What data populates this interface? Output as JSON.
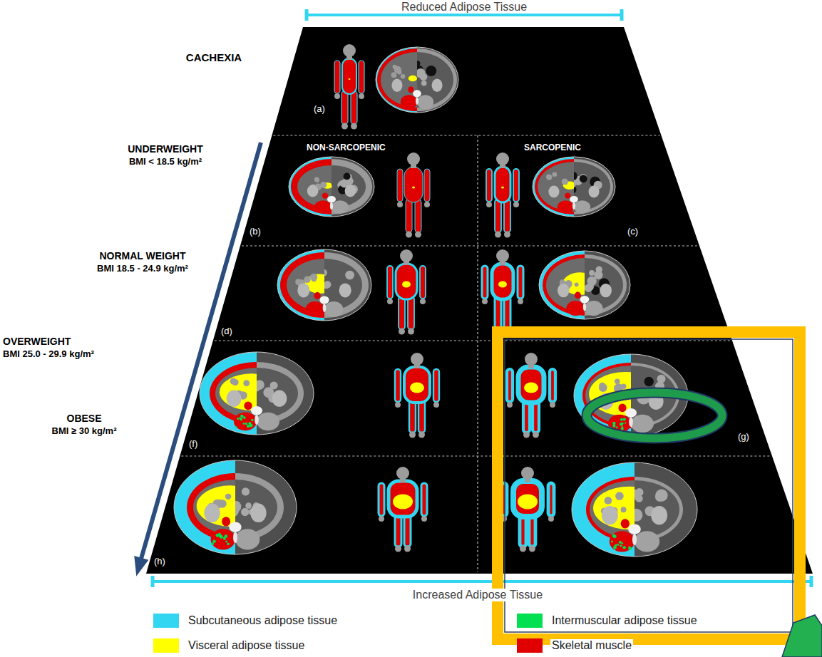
{
  "diagram": {
    "nodes": [
      {
        "text": [
          "(a)"
        ]
      },
      {
        "text": [
          "NON-SARCOPENIC",
          "(b)"
        ]
      },
      {
        "text": [
          "SARCOPENIC",
          "(c)"
        ]
      },
      {
        "text": [
          "(d)"
        ]
      },
      {
        "text": [
          "(f)"
        ]
      },
      {
        "text": [
          "(g)"
        ]
      },
      {
        "text": [
          "(h)"
        ]
      }
    ],
    "labels": [
      "Reduced Adipose Tissue",
      "CACHEXIA",
      "UNDERWEIGHT",
      "BMI < 18.5 kg/m²",
      "NORMAL WEIGHT",
      "BMI 18.5 - 24.9 kg/m²",
      "OVERWEIGHT",
      "BMI 25.0 - 29.9 kg/m²",
      "OBESE",
      "BMI ≥ 30 kg/m²",
      "Increased Adipose Tissue"
    ],
    "legend": [
      {
        "text": "Subcutaneous adipose tissue",
        "color": "#33d6f0"
      },
      {
        "text": "Intermuscular adipose tissue",
        "color": "#00e050"
      },
      {
        "text": "Visceral adipose tissue",
        "color": "#ffff00"
      },
      {
        "text": "Skeletal muscle",
        "color": "#e00000"
      }
    ]
  }
}
